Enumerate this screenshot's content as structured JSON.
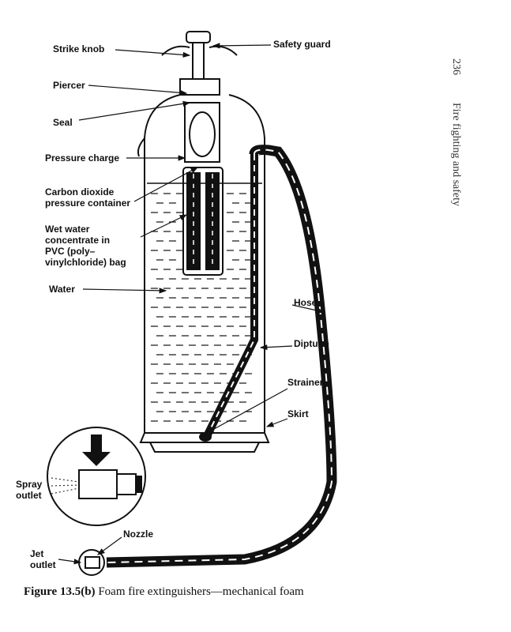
{
  "labels": {
    "strike_knob": "Strike knob",
    "safety_guard": "Safety guard",
    "piercer": "Piercer",
    "seal": "Seal",
    "pressure_charge": "Pressure charge",
    "co2_container_1": "Carbon dioxide",
    "co2_container_2": "pressure container",
    "wet_water_1": "Wet water",
    "wet_water_2": "concentrate in",
    "wet_water_3": "PVC (poly–",
    "wet_water_4": "vinylchloride) bag",
    "water": "Water",
    "hose": "Hose",
    "diptube": "Diptube",
    "strainer": "Strainer",
    "skirt": "Skirt",
    "spray_outlet_1": "Spray",
    "spray_outlet_2": "outlet",
    "nozzle": "Nozzle",
    "jet_outlet_1": "Jet",
    "jet_outlet_2": "outlet"
  },
  "caption": {
    "figure_number": "Figure 13.5(b)",
    "text": "Foam fire extinguishers—mechanical foam"
  },
  "running_head": {
    "page_number": "236",
    "title": "Fire fighting and safety"
  }
}
